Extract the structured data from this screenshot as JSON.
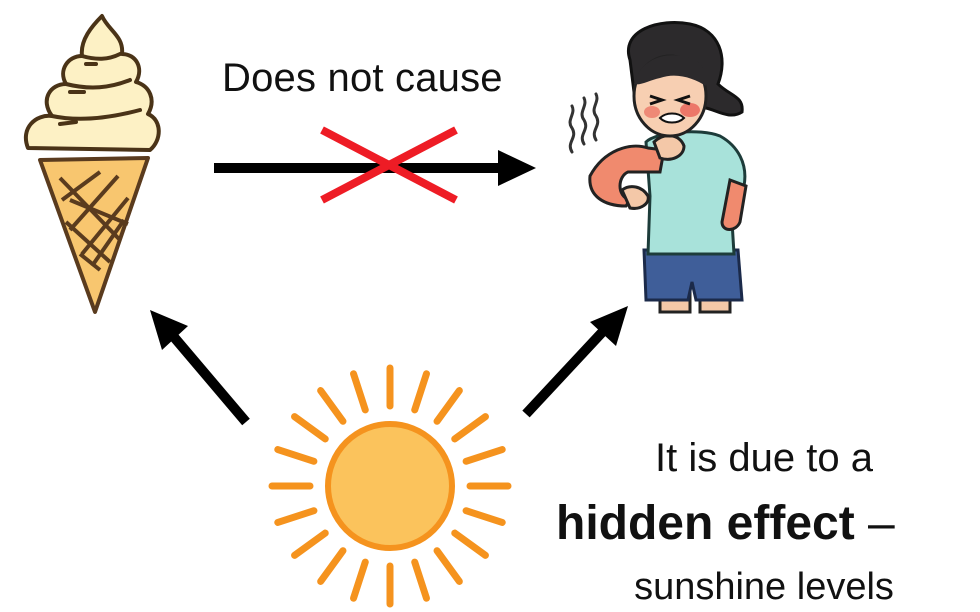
{
  "relation_label": "Does not cause",
  "explanation": {
    "line1": "It is due to a",
    "emphasis": "hidden effect",
    "dash": " –",
    "line3": "sunshine levels"
  },
  "colors": {
    "arrow": "#000000",
    "cross": "#ee1c25",
    "sun_fill": "#fbc35c",
    "sun_stroke": "#f5931e",
    "cone": "#f8c66f",
    "ice_cream": "#fdf1c5",
    "shirt": "#a8e2da",
    "shorts": "#3f5e99",
    "sunburn": "#e85a4f"
  },
  "icons": [
    "ice-cream-icon",
    "sunburned-person-icon",
    "sun-icon"
  ]
}
